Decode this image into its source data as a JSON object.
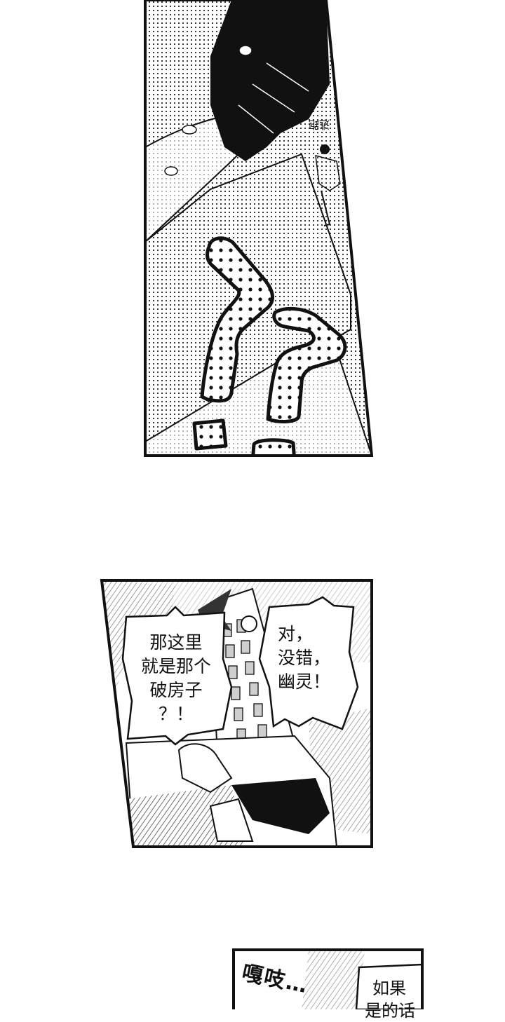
{
  "panels": [
    {
      "sfx": "逃跑"
    },
    {
      "bubble_left": [
        "那这里",
        "就是那个",
        "破房子",
        "？！"
      ],
      "bubble_right": [
        "对，",
        "没错，",
        "幽灵！"
      ]
    },
    {
      "sfx": "嘎吱…",
      "bubble": [
        "如果",
        "是的话"
      ]
    }
  ],
  "colors": {
    "ink": "#111111",
    "paper": "#ffffff",
    "screen": "#cfcfcf"
  }
}
